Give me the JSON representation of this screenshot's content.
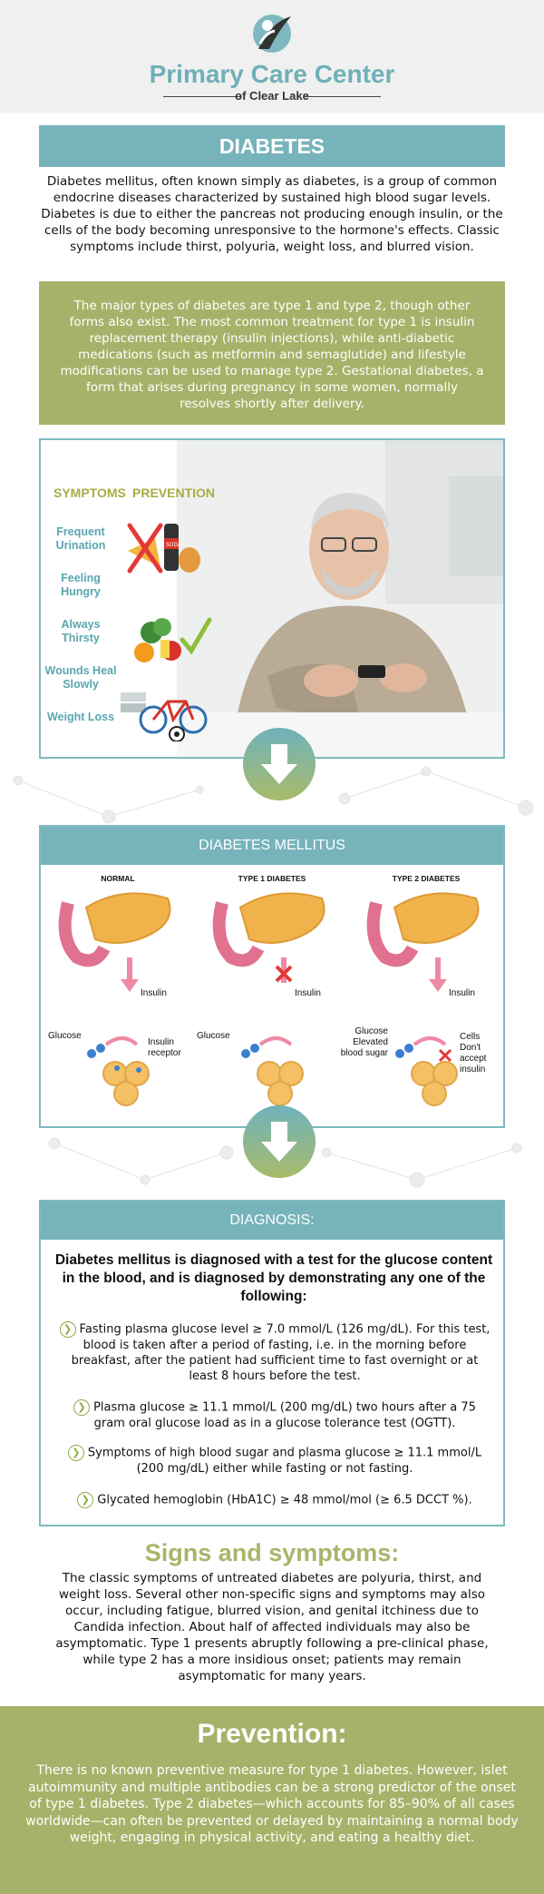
{
  "header": {
    "brand_name": "Primary Care Center",
    "brand_sub": "of Clear Lake"
  },
  "page_title": "DIABETES",
  "intro": "Diabetes mellitus, often known simply as diabetes, is a group of common endocrine diseases characterized by sustained high blood sugar levels. Diabetes is due to either the pancreas not producing enough insulin, or the cells of the body becoming unresponsive to the hormone's effects. Classic symptoms include thirst, polyuria, weight loss, and blurred vision.",
  "types_text": "The major types of diabetes are type 1 and type 2, though other forms also exist. The most common treatment for type 1 is insulin replacement therapy (insulin injections), while anti-diabetic medications (such as metformin and semaglutide) and lifestyle modifications can be used to manage type 2. Gestational diabetes, a form that arises during pregnancy in some women, normally resolves shortly after delivery.",
  "symptoms_panel": {
    "symptoms_heading": "SYMPTOMS",
    "prevention_heading": "PREVENTION",
    "symptoms": [
      "Frequent Urination",
      "Feeling Hungry",
      "Always Thirsty",
      "Wounds Heal Slowly",
      "Weight Loss"
    ],
    "soda_label": "SODA"
  },
  "mellitus": {
    "heading": "DIABETES MELLITUS",
    "columns": [
      "NORMAL",
      "TYPE 1 DIABETES",
      "TYPE 2 DIABETES"
    ],
    "insulin": "Insulin",
    "glucose": "Glucose",
    "insulin_receptor": "Insulin receptor",
    "glucose_elevated": "Glucose Elevated blood sugar",
    "cells_dont_accept": "Cells Don't accept insulin"
  },
  "diagnosis": {
    "heading": "DIAGNOSIS:",
    "intro": "Diabetes mellitus is diagnosed with a test for the glucose content in the blood, and is diagnosed by demonstrating any one of the following:",
    "criteria": [
      "Fasting plasma glucose level ≥ 7.0 mmol/L (126 mg/dL). For this test, blood is taken after a period of fasting, i.e. in the morning before breakfast, after the patient had sufficient time to fast overnight or at least 8 hours before the test.",
      "Plasma glucose ≥ 11.1 mmol/L (200 mg/dL) two hours after a 75 gram oral glucose load as in a glucose tolerance test (OGTT).",
      "Symptoms of high blood sugar and plasma glucose ≥ 11.1 mmol/L (200 mg/dL) either while fasting or not fasting.",
      "Glycated hemoglobin (HbA1C) ≥ 48 mmol/mol (≥ 6.5 DCCT %)."
    ]
  },
  "signs": {
    "title": "Signs and symptoms:",
    "text": "The classic symptoms of untreated diabetes are polyuria, thirst, and weight loss. Several other non-specific signs and symptoms may also occur, including fatigue, blurred vision, and genital itchiness due to Candida infection. About half of affected individuals may also be asymptomatic. Type 1 presents abruptly following a pre-clinical phase, while type 2 has a more insidious onset; patients may remain asymptomatic for many years."
  },
  "prevention": {
    "title": "Prevention:",
    "text": "There is no known preventive measure for type 1 diabetes. However, islet autoimmunity and multiple antibodies can be a strong predictor of the onset of type 1 diabetes. Type 2 diabetes—which accounts for 85–90% of all cases worldwide—can often be prevented or delayed by maintaining a normal body weight, engaging in physical activity, and eating a healthy diet."
  },
  "colors": {
    "teal": "#76b3bb",
    "olive": "#a5b36a",
    "accent_green": "#a6ad45"
  }
}
